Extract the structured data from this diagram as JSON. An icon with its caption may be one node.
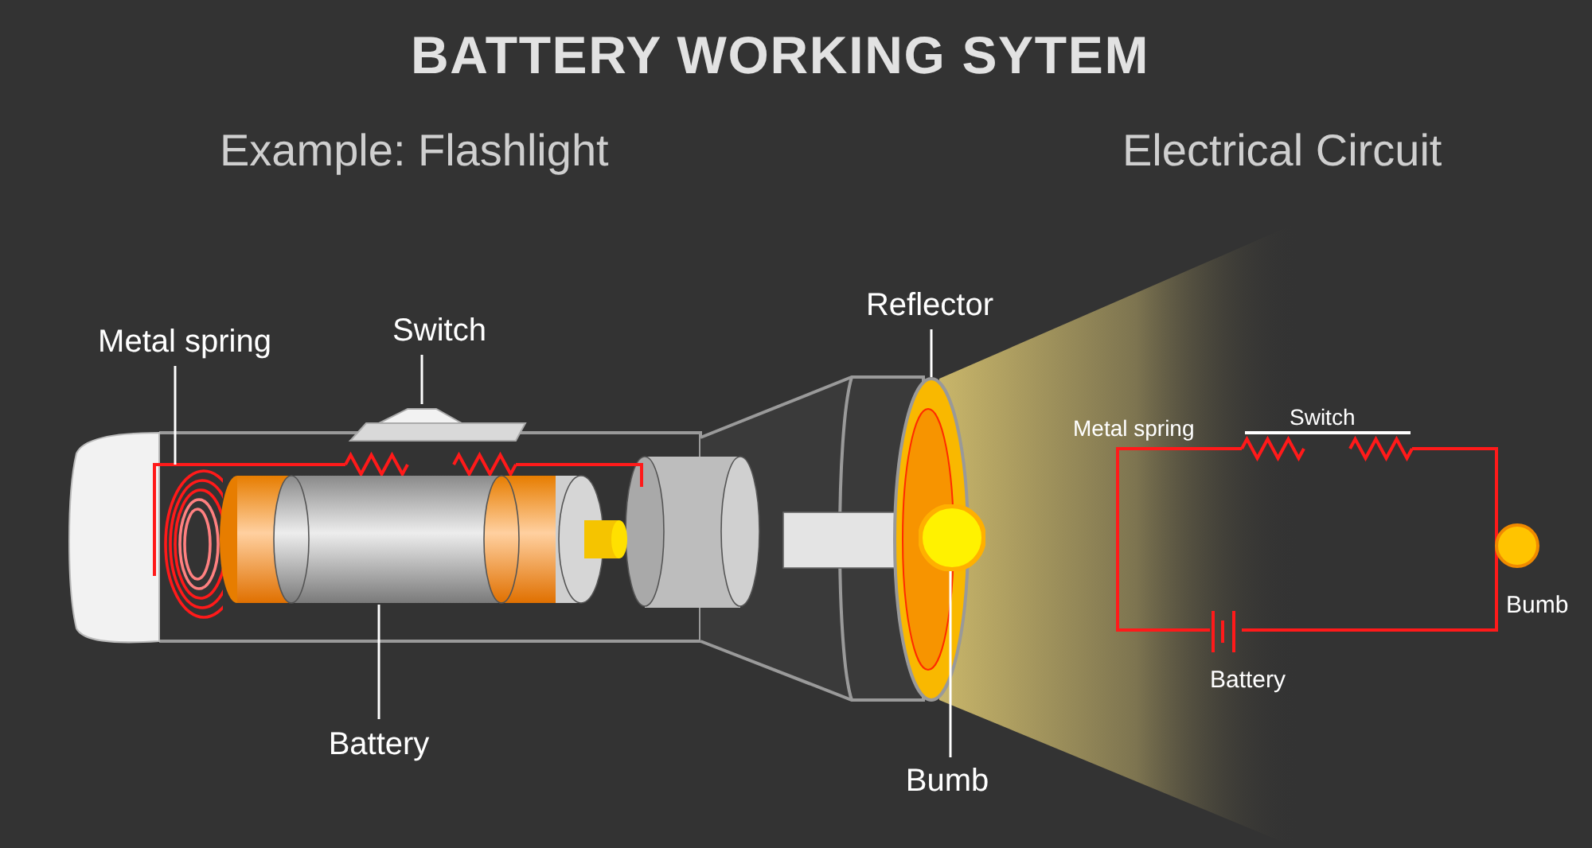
{
  "diagram": {
    "title": "BATTERY WORKING SYTEM",
    "nodes": [
      {
        "text": [
          "Metal spring"
        ]
      },
      {
        "text": [
          "Switch"
        ]
      },
      {
        "text": [
          "Battery"
        ]
      },
      {
        "text": [
          "Reflector"
        ]
      },
      {
        "text": [
          "Bumb"
        ]
      },
      {
        "text": [],
        "shape": "spring"
      },
      {
        "text": [],
        "shape": "box"
      },
      {
        "text": [],
        "shape": "cylinder"
      },
      {
        "text": [],
        "shape": "ellipse"
      },
      {
        "text": [],
        "shape": "circle"
      }
    ],
    "edges": [
      {
        "from": 0,
        "to": 5,
        "arrow": "none"
      },
      {
        "from": 1,
        "to": 6,
        "arrow": "none"
      },
      {
        "from": 2,
        "to": 7,
        "arrow": "none"
      },
      {
        "from": 3,
        "to": 8,
        "arrow": "none"
      },
      {
        "from": 4,
        "to": 9,
        "arrow": "none"
      }
    ],
    "labels": [
      "Example: Flashlight",
      "Electrical Circuit",
      "Metal spring",
      "Switch",
      "Battery",
      "Bumb"
    ]
  }
}
